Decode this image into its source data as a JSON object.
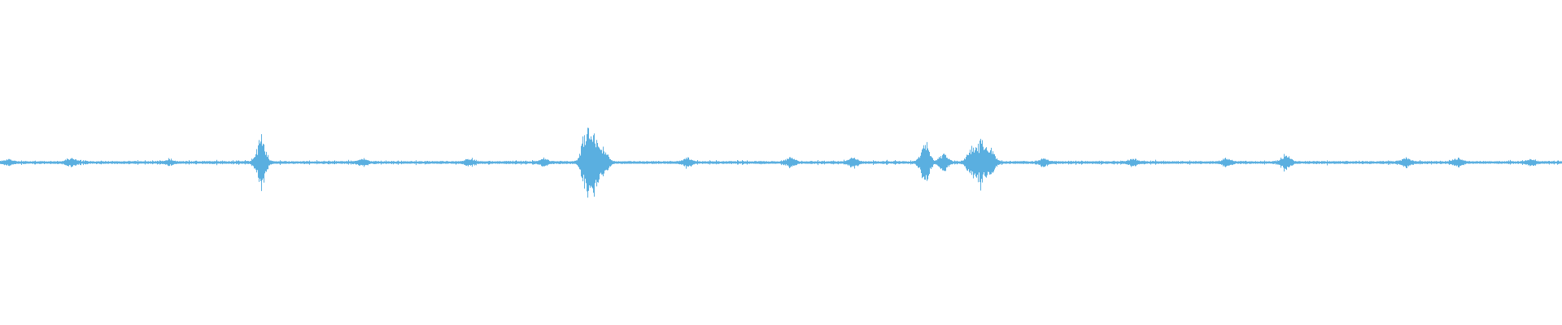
{
  "colors": {
    "background": "#ffffff",
    "waveform": "#5aafe0"
  },
  "waveform": {
    "baseline_amplitude": 0.012,
    "noise_amplitude": 0.02,
    "bursts": [
      {
        "position": 0.005,
        "amplitude": 0.03
      },
      {
        "position": 0.045,
        "amplitude": 0.05
      },
      {
        "position": 0.108,
        "amplitude": 0.03
      },
      {
        "position": 0.167,
        "amplitude": 0.36
      },
      {
        "position": 0.232,
        "amplitude": 0.04
      },
      {
        "position": 0.3,
        "amplitude": 0.04
      },
      {
        "position": 0.348,
        "amplitude": 0.04
      },
      {
        "position": 0.375,
        "amplitude": 0.42
      },
      {
        "position": 0.38,
        "amplitude": 0.34
      },
      {
        "position": 0.386,
        "amplitude": 0.18
      },
      {
        "position": 0.44,
        "amplitude": 0.05
      },
      {
        "position": 0.506,
        "amplitude": 0.05
      },
      {
        "position": 0.546,
        "amplitude": 0.06
      },
      {
        "position": 0.592,
        "amplitude": 0.28
      },
      {
        "position": 0.604,
        "amplitude": 0.1
      },
      {
        "position": 0.622,
        "amplitude": 0.18
      },
      {
        "position": 0.628,
        "amplitude": 0.3
      },
      {
        "position": 0.634,
        "amplitude": 0.16
      },
      {
        "position": 0.668,
        "amplitude": 0.05
      },
      {
        "position": 0.725,
        "amplitude": 0.04
      },
      {
        "position": 0.785,
        "amplitude": 0.04
      },
      {
        "position": 0.823,
        "amplitude": 0.1
      },
      {
        "position": 0.9,
        "amplitude": 0.06
      },
      {
        "position": 0.933,
        "amplitude": 0.05
      },
      {
        "position": 0.98,
        "amplitude": 0.03
      }
    ]
  }
}
